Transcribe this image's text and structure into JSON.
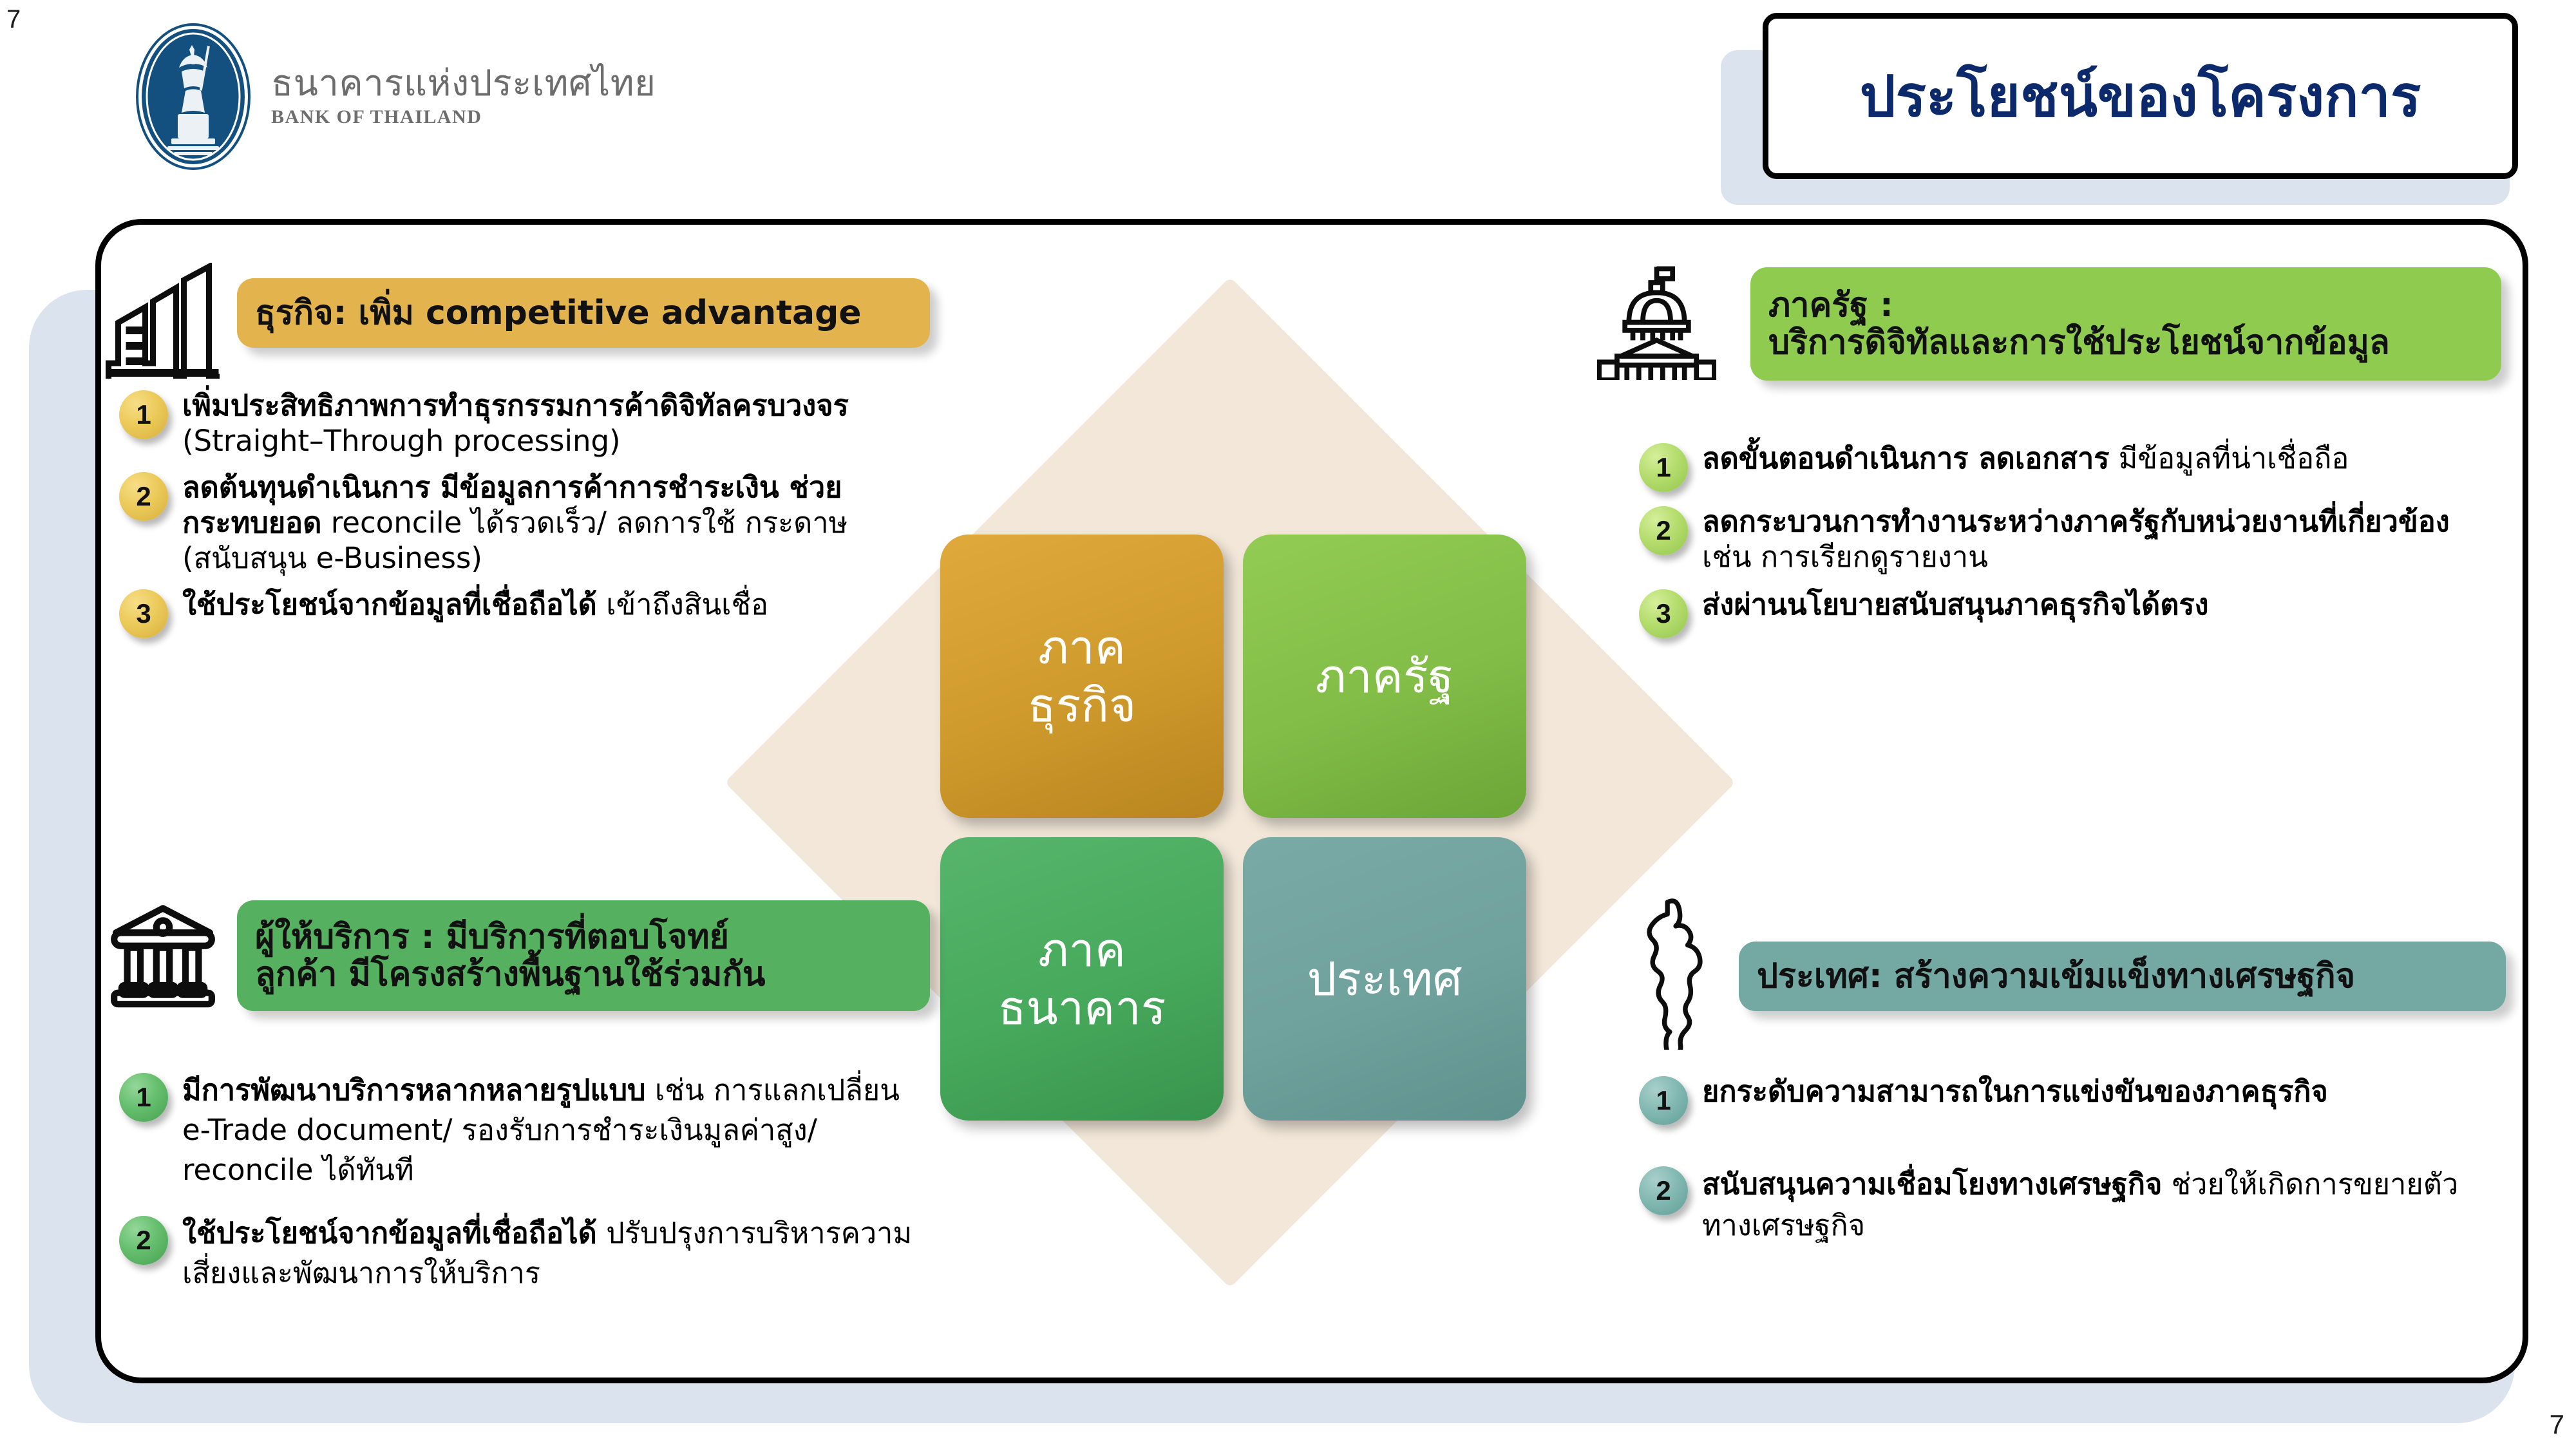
{
  "page": {
    "number_top_left": "7",
    "number_bottom_right": "7"
  },
  "logo": {
    "thai_name": "ธนาคารแห่งประเทศไทย",
    "english_name": "BANK OF THAILAND",
    "seal_color": "#14507f"
  },
  "title": {
    "text": "ประโยชน์ของโครงการ",
    "color": "#0c2a6b"
  },
  "center": {
    "quadrants": [
      {
        "id": "business",
        "label": "ภาค\nธุรกิจ",
        "line1": "ภาค",
        "line2": "ธุรกิจ",
        "color": "#cf9a2c"
      },
      {
        "id": "government",
        "label": "ภาครัฐ",
        "line1": "ภาครัฐ",
        "line2": "",
        "color": "#81bd47"
      },
      {
        "id": "banking",
        "label": "ภาค\nธนาคาร",
        "line1": "ภาค",
        "line2": "ธนาคาร",
        "color": "#47a95c"
      },
      {
        "id": "country",
        "label": "ประเทศ",
        "line1": "ประเทศ",
        "line2": "",
        "color": "#6fa19d"
      }
    ],
    "backdrop_color": "#f2e7d9"
  },
  "sections": {
    "business": {
      "icon": "office-buildings-icon",
      "heading": "ธุรกิจ: เพิ่ม competitive advantage",
      "heading_color": "#e3b44e",
      "badge_style": "gold",
      "items": [
        {
          "n": "1",
          "bold": "เพิ่มประสิทธิภาพการทำธุรกรรมการค้าดิจิทัลครบวงจร",
          "rest": " (Straight–Through processing)"
        },
        {
          "n": "2",
          "bold": "ลดต้นทุนดำเนินการ มีข้อมูลการค้าการชำระเงิน ช่วยกระทบยอด",
          "rest": " reconcile ได้รวดเร็ว/ ลดการใช้ กระดาษ (สนับสนุน e-Business)"
        },
        {
          "n": "3",
          "bold": "ใช้ประโยชน์จากข้อมูลที่เชื่อถือได้",
          "rest": "  เข้าถึงสินเชื่อ"
        }
      ]
    },
    "provider": {
      "icon": "bank-columns-icon",
      "heading_line1": "ผู้ให้บริการ : มีบริการที่ตอบโจทย์",
      "heading_line2": "ลูกค้า  มีโครงสร้างพื้นฐานใช้ร่วมกัน",
      "heading_color": "#55b05f",
      "badge_style": "green",
      "items": [
        {
          "n": "1",
          "bold": "มีการพัฒนาบริการหลากหลายรูปแบบ",
          "rest": " เช่น การแลกเปลี่ยน e-Trade document/ รองรับการชำระเงินมูลค่าสูง/ reconcile ได้ทันที"
        },
        {
          "n": "2",
          "bold": "ใช้ประโยชน์จากข้อมูลที่เชื่อถือได้",
          "rest": " ปรับปรุงการบริหารความเสี่ยงและพัฒนาการให้บริการ"
        }
      ]
    },
    "government": {
      "icon": "capitol-building-icon",
      "heading_line1": "ภาครัฐ :",
      "heading_line2": "บริการดิจิทัลและการใช้ประโยชน์จากข้อมูล",
      "heading_color": "#8fcb4f",
      "badge_style": "ltgreen",
      "items": [
        {
          "n": "1",
          "bold": "ลดขั้นตอนดำเนินการ ลดเอกสาร",
          "rest": " มีข้อมูลที่น่าเชื่อถือ"
        },
        {
          "n": "2",
          "bold": "ลดกระบวนการทำงานระหว่างภาครัฐกับหน่วยงานที่เกี่ยวข้อง",
          "rest": " เช่น การเรียกดูรายงาน"
        },
        {
          "n": "3",
          "bold": "ส่งผ่านนโยบายสนับสนุนภาคธุรกิจได้ตรง",
          "rest": ""
        }
      ]
    },
    "country": {
      "icon": "thailand-map-icon",
      "heading": "ประเทศ: สร้างความเข้มแข็งทางเศรษฐกิจ",
      "heading_color": "#73a8a3",
      "badge_style": "teal",
      "items": [
        {
          "n": "1",
          "bold": "ยกระดับความสามารถในการแข่งขันของภาคธุรกิจ",
          "rest": ""
        },
        {
          "n": "2",
          "bold": "สนับสนุนความเชื่อมโยงทางเศรษฐกิจ",
          "rest": " ช่วยให้เกิดการขยายตัวทางเศรษฐกิจ"
        }
      ]
    }
  }
}
